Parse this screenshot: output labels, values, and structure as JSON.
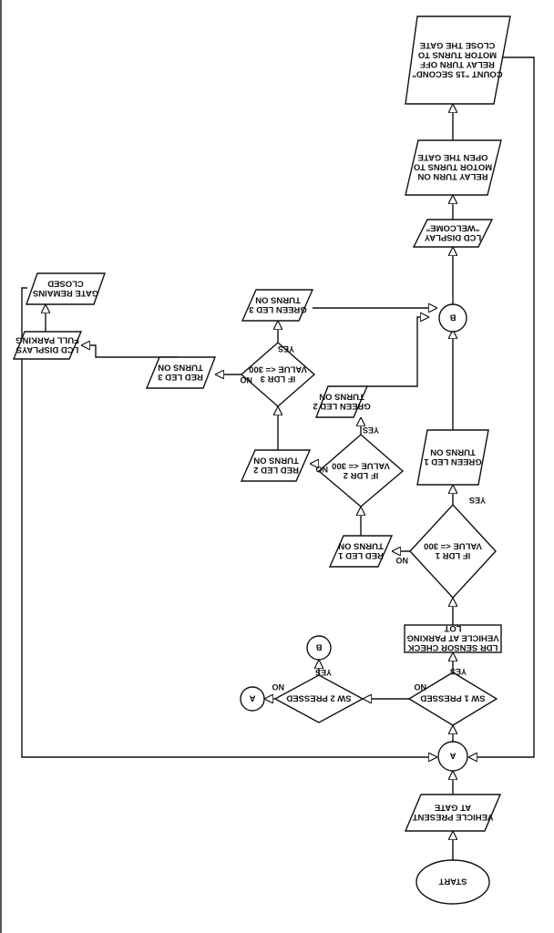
{
  "nodes": {
    "start": [
      "START"
    ],
    "vehicle": [
      "VEHICLE PRESENT",
      "AT GATE"
    ],
    "conn_a": [
      "A"
    ],
    "sw1": [
      "SW 1 PRESSED"
    ],
    "sw2": [
      "SW 2 PRESSED"
    ],
    "conn_a2": [
      "A"
    ],
    "conn_b2": [
      "B"
    ],
    "ldr_check": [
      "LDR SENSOR CHECK",
      "VEHICLE AT PARKING",
      "LOT"
    ],
    "ldr1": [
      "IF LDR 1",
      "VALUE <= 300"
    ],
    "red1": [
      "RED LED 1",
      "TURNS ON"
    ],
    "green1": [
      "GREEN LED 1",
      "TURNS ON"
    ],
    "ldr2": [
      "IF LDR 2",
      "VALUE <= 300"
    ],
    "red2": [
      "RED LED 2",
      "TURNS ON"
    ],
    "green2": [
      "GREEN LED 2",
      "TURNS ON"
    ],
    "ldr3": [
      "IF LDR 3",
      "VALUE <= 300"
    ],
    "red3": [
      "RED LED 3",
      "TURNS ON"
    ],
    "green3": [
      "GREEN LED 3",
      "TURNS ON"
    ],
    "full": [
      "LCD DISPLAYS",
      "FULL PARKING"
    ],
    "closed": [
      "GATE REMAINS",
      "CLOSED"
    ],
    "conn_b": [
      "B"
    ],
    "welcome": [
      "LCD DISPLAY",
      "\"WELCOME\""
    ],
    "relay_on": [
      "RELAY TURN ON",
      "MOTOR TURNS TO",
      "OPEN THE GATE"
    ],
    "count": [
      "COUNT \"15 SECOND\"",
      "RELAY TURN OFF",
      "MOTOR TURNS TO",
      "CLOSE THE GATE"
    ]
  },
  "branch_labels": {
    "sw1_yes": "YES",
    "sw1_no": "NO",
    "sw2_yes": "YES",
    "sw2_no": "NO",
    "ldr1_yes": "YES",
    "ldr1_no": "NO",
    "ldr2_yes": "YES",
    "ldr2_no": "NO",
    "ldr3_yes": "YES",
    "ldr3_no": "NO"
  }
}
